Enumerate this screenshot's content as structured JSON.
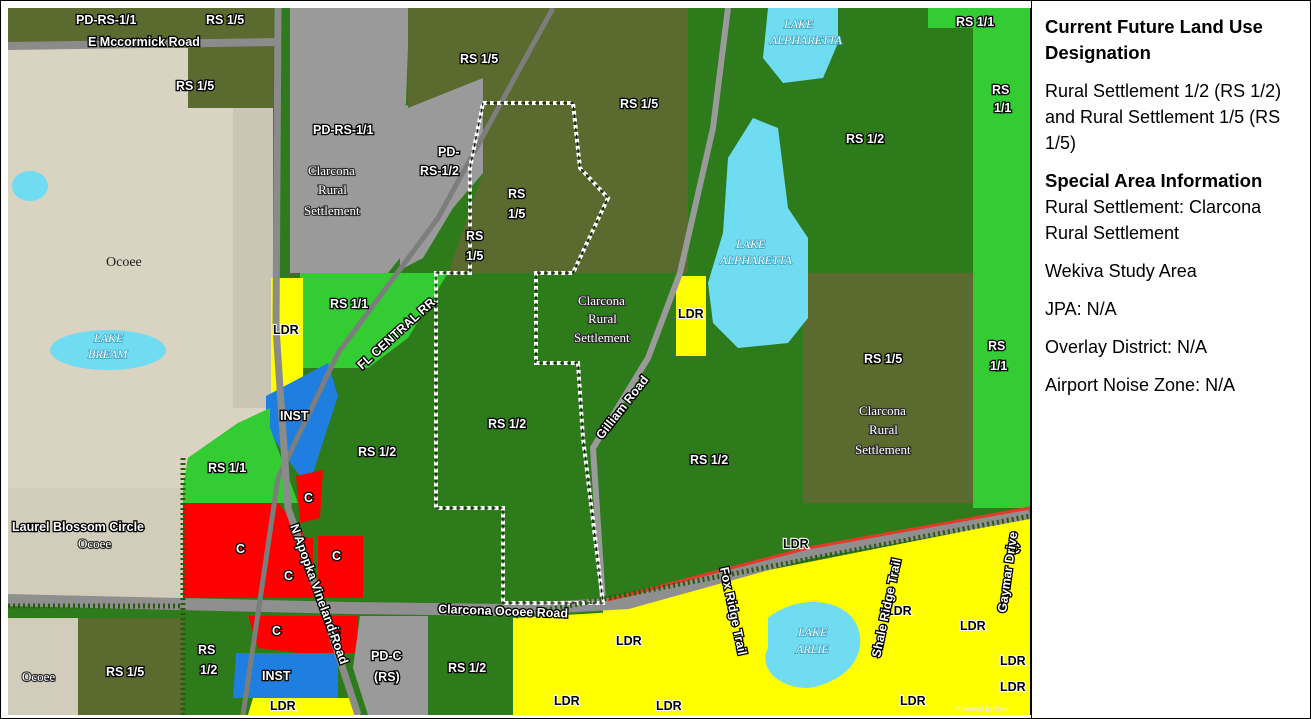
{
  "map": {
    "zones": {
      "rs15": "RS 1/5",
      "rs12": "RS 1/2",
      "rs11": "RS 1/1",
      "rs": "RS",
      "d11": "1/1",
      "d15": "1/5",
      "d12": "1/2",
      "ldr": "LDR",
      "inst": "INST",
      "c": "C",
      "pdrs11": "PD-RS-1/1",
      "pd": "PD-",
      "rs12b": "RS-1/2",
      "pdc": "PD-C",
      "rsp": "(RS)"
    },
    "places": {
      "ocoee": "Ocoee",
      "clarcona": "Clarcona",
      "rural": "Rural",
      "settlement": "Settlement"
    },
    "lakes": {
      "lake": "LAKE",
      "alpharetta": "ALPHARETTA",
      "bream": "BREAM",
      "arlie": "ARLIE"
    },
    "roads": {
      "mccormick": "E Mccormick Road",
      "fl_central": "FL CENTRAL RR",
      "gilliam": "Gilliam Road",
      "laurel": "Laurel Blossom Circle",
      "apopka": "N Apopka Vineland Road",
      "clarcona_ocoee": "Clarcona Ocoee Road",
      "fox_ridge": "Fox Ridge Trail",
      "shale_ridge": "Shale Ridge Trail",
      "gaymar": "Gaymar Drive"
    },
    "attribution": "Powered by Esri",
    "colors": {
      "rural_settlement_1_5": "#5b6a2e",
      "rural_settlement_1_2": "#2e7b1b",
      "rural_settlement_1_1": "#33cc33",
      "planned_development": "#9a9a9a",
      "ldr": "#ffff00",
      "institutional": "#1f7fe0",
      "commercial": "#ff0000",
      "city": "#d9d3c1",
      "water": "#6fdcf2"
    }
  },
  "info": {
    "flu_heading": "Current Future Land Use Designation",
    "flu_text": "Rural Settlement 1/2 (RS 1/2) and Rural Settlement 1/5 (RS 1/5)",
    "special_heading": "Special Area Information",
    "special_text": "Rural Settlement: Clarcona Rural Settlement",
    "wekiva": "Wekiva Study Area",
    "jpa": "JPA: N/A",
    "overlay": "Overlay District: N/A",
    "airport": "Airport Noise Zone: N/A"
  }
}
